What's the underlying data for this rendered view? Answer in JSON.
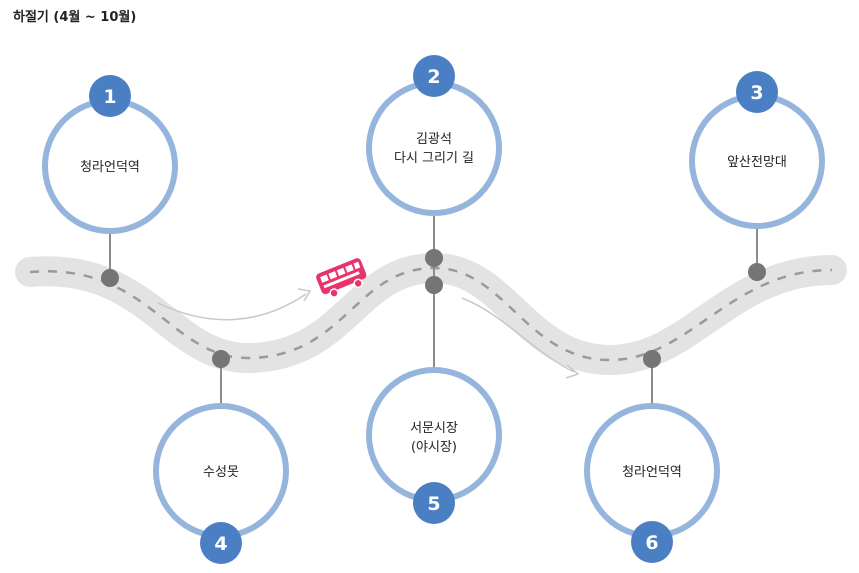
{
  "title": "하절기 (4월 ~ 10월)",
  "colors": {
    "road": "#e3e3e3",
    "dash": "#9a9a9a",
    "ring": "#95b5dc",
    "badge": "#4a7fc3",
    "pin": "#757575",
    "bus": "#e8336d"
  },
  "stops": [
    {
      "number": "1",
      "lines": [
        "청라언덕역"
      ]
    },
    {
      "number": "2",
      "lines": [
        "김광석",
        "다시 그리기 길"
      ]
    },
    {
      "number": "3",
      "lines": [
        "앞산전망대"
      ]
    },
    {
      "number": "4",
      "lines": [
        "수성못"
      ]
    },
    {
      "number": "5",
      "lines": [
        "서문시장",
        "(야시장)"
      ]
    },
    {
      "number": "6",
      "lines": [
        "청라언덕역"
      ]
    }
  ]
}
